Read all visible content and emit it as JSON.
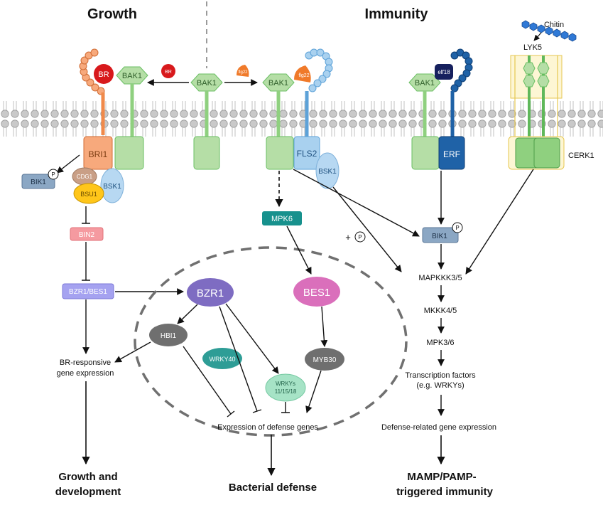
{
  "headers": {
    "growth": "Growth",
    "immunity": "Immunity"
  },
  "outputs": {
    "growth_line1": "Growth and",
    "growth_line2": "development",
    "bacterial": "Bacterial defense",
    "mamp_line1": "MAMP/PAMP-",
    "mamp_line2": "triggered immunity"
  },
  "ligands": {
    "br": "BR",
    "br_small": "BR",
    "flg22": "flg22",
    "flg22_small": "flg22",
    "elf18": "elf18",
    "chitin": "Chitin",
    "lyk5": "LYK5"
  },
  "receptors": {
    "bak1": "BAK1",
    "bri1": "BRI1",
    "fls2": "FLS2",
    "erf": "ERF",
    "cerk1": "CERK1"
  },
  "br_path": {
    "bik1": "BIK1",
    "cdg1": "CDG1",
    "bsk1": "BSK1",
    "bsu1": "BSU1",
    "bin2": "BIN2",
    "bzr1_bes1": "BZR1/BES1",
    "br_resp_1": "BR-responsive",
    "br_resp_2": "gene expression"
  },
  "nucleus": {
    "bzr1": "BZR1",
    "bes1": "BES1",
    "hbi1": "HBI1",
    "wrky40": "WRKY40",
    "wrkys_1": "WRKYs",
    "wrkys_2": "11/15/18",
    "myb30": "MYB30",
    "expr": "Expression of defense genes"
  },
  "immunity_path": {
    "bsk1": "BSK1",
    "mpk6": "MPK6",
    "plus_p": "+",
    "bik1": "BIK1",
    "mapkkk": "MAPKKK3/5",
    "mkkk": "MKKK4/5",
    "mpk": "MPK3/6",
    "tf_1": "Transcription factors",
    "tf_2": "(e.g. WRKYs)",
    "defense": "Defense-related gene expression"
  },
  "phospho": "P",
  "colors": {
    "bak1_fill": "#b5dea6",
    "bak1_stroke": "#6abf63",
    "bri1_fill": "#f7a97c",
    "br_red": "#d8191c",
    "fls2_fill": "#a9d1ef",
    "fls2_stroke": "#5da2d8",
    "flg22_orange": "#f07a2a",
    "erf_dark": "#1f62a7",
    "elf18_navy": "#16205e",
    "chitin_blue": "#2f79d6",
    "cerk1_fill": "#fdf6d4",
    "cerk1_stroke": "#e6c750",
    "bik1_fill": "#8ba7c4",
    "cdg1_fill": "#c99f86",
    "bsk1_fill": "#b7d8f2",
    "bsu1_fill": "#ffc61a",
    "bin2_fill": "#f59aa0",
    "bzr1bes1_fill": "#a5a2f0",
    "bzr1_fill": "#7e6cc2",
    "bes1_fill": "#da6fbb",
    "grey_node": "#6f6f6f",
    "wrky40_fill": "#2e9d96",
    "wrkys_fill": "#a6e3c6",
    "mpk6_fill": "#17918d"
  }
}
